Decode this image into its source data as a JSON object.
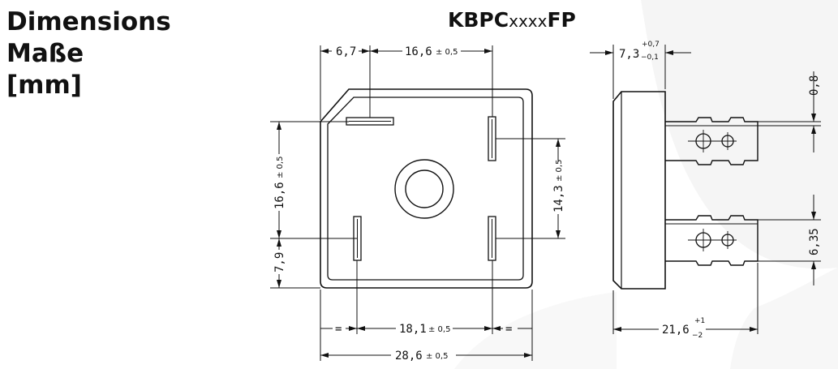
{
  "heading": {
    "line1": "Dimensions",
    "line2": "Maße",
    "line3": "[mm]"
  },
  "part": {
    "prefix": "KBPC",
    "middle": "xxxx",
    "suffix": "FP"
  },
  "dimensions": {
    "top_left": {
      "value": "6,7"
    },
    "top_mid": {
      "value": "16,6",
      "tol": "± 0,5"
    },
    "left_upper": {
      "value": "16,6",
      "tol": "± 0,5"
    },
    "left_lower": {
      "value": "7,9"
    },
    "right_mid": {
      "value": "14,3",
      "tol": "± 0,5"
    },
    "bottom_mid": {
      "value": "18,1",
      "tol": "± 0,5"
    },
    "bottom_eq": "=",
    "bottom_total": {
      "value": "28,6",
      "tol": "± 0,5"
    },
    "side_top": {
      "value": "7,3",
      "tol_plus": "+0,7",
      "tol_minus": "−0,1"
    },
    "side_thick": {
      "value": "0,8"
    },
    "side_pitch": {
      "value": "6,35"
    },
    "side_length": {
      "value": "21,6",
      "tol_plus": "+1",
      "tol_minus": "−2"
    }
  },
  "colors": {
    "ink": "#111111",
    "watermark": "#f2f2f2"
  }
}
